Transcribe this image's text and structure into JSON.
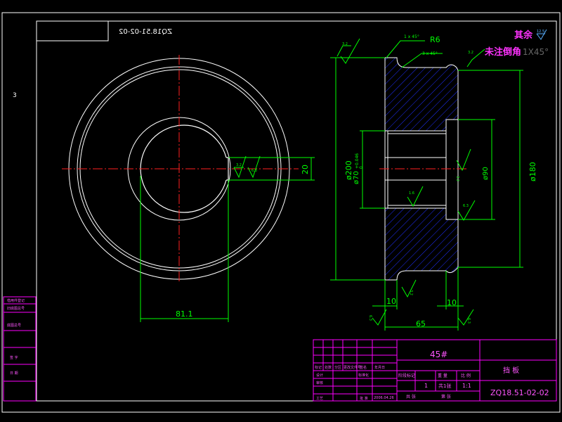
{
  "sheet": {
    "page_number": "3",
    "drawing_no_mirrored": "ZQ18.51-02-02",
    "drawing_no": "ZQ18.51-02-02"
  },
  "notes": {
    "rest_roughness_label": "其余",
    "rest_roughness_value": "12.5",
    "unmarked_chamfer_label": "未注倒角",
    "unmarked_chamfer_value": "1X45°"
  },
  "dims": {
    "keyway_width": "20",
    "bore_to_key": "81.1",
    "dia_200": "ø200",
    "dia_180": "ø180",
    "dia_90": "ø90",
    "dia_70": "ø70",
    "dia_70_tol_upper": "+0.046",
    "dia_70_tol_lower": "0",
    "len_10_left": "10",
    "len_10_right": "10",
    "len_65": "65",
    "fillet_r6": "R6",
    "chamfer_1": "1 x 45°",
    "chamfer_2": "3 x 45°"
  },
  "roughness": {
    "r_top_left": "3.2",
    "r_top_right": "3.2",
    "r_key_1": "3.2",
    "r_key_2": "6.3",
    "r_bore": "1.6",
    "r_right_mid": "3.2",
    "r_right_low": "6.3",
    "r_bottom_mid": "3.2",
    "r_bottom_left": "6.3",
    "r_bottom_right": "6.3"
  },
  "title_block": {
    "material": "45#",
    "part_name": "挡 板",
    "scale": "1:1",
    "date": "2006.04.26",
    "quantity": "1",
    "sheet_count": "共1张",
    "weight_label": "重 量",
    "scale_label": "比 例",
    "stage_label": "阶段标记",
    "designer": "设计",
    "standardization": "标准化",
    "review": "审核",
    "process": "工艺",
    "approval": "批 准",
    "sheet_label": "共 张",
    "page_label": "第 张",
    "mark_label": "标记",
    "count_label": "处数",
    "zone_label": "分区",
    "change_doc_label": "更改文件号",
    "sign_label": "签名",
    "date_label": "年月日"
  },
  "left_strip": {
    "items": [
      "借用件登记",
      "旧底图总号",
      "底图总号",
      "签 字",
      "日 期"
    ]
  }
}
